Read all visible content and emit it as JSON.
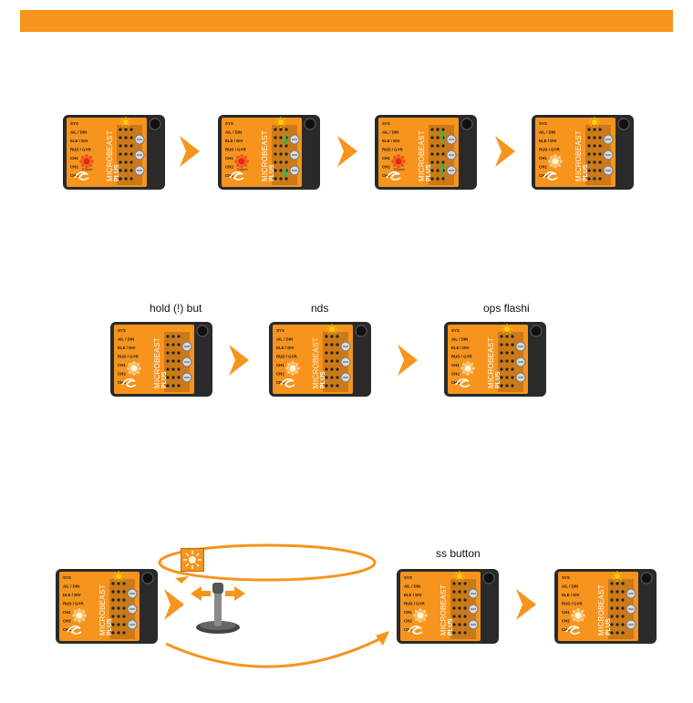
{
  "header": {
    "bar_color": "#f7941d"
  },
  "colors": {
    "device_body": "#f7941d",
    "device_frame": "#2a2a2a",
    "arrow": "#f7941d",
    "led_red": "#e3261c",
    "led_yellow": "#ffd200",
    "led_white": "#fff7d6",
    "led_green": "#39b54a"
  },
  "device": {
    "brand_top": "MICROBEAST",
    "brand_bottom": "PLUS",
    "labels": [
      "SYS",
      "AIL / DIN",
      "ELE / DIV",
      "RUD / GYR",
      "CH1",
      "CH2",
      "CH3"
    ],
    "status_text": "Expert"
  },
  "rows": [
    {
      "name": "row-1",
      "units": [
        {
          "led": "red",
          "status_led": "yellow",
          "green_arrows": "none",
          "show_status": true
        },
        {
          "led": "red",
          "status_led": "yellow",
          "green_arrows": "down",
          "show_status": true
        },
        {
          "led": "red",
          "status_led": "none",
          "green_arrows": "up",
          "show_status": true
        },
        {
          "led": "white",
          "status_led": "yellow",
          "green_arrows": "none",
          "show_status": false
        }
      ]
    },
    {
      "name": "row-2",
      "captions": [
        "hold (!) but",
        "nds",
        "ops flashi"
      ],
      "units": [
        {
          "led": "white",
          "status_led": "none",
          "green_arrows": "none",
          "show_status": false
        },
        {
          "led": "white",
          "status_led": "yellow",
          "green_arrows": "none",
          "show_status": false
        },
        {
          "led": "white",
          "status_led": "yellow",
          "green_arrows": "none",
          "show_status": false
        }
      ]
    },
    {
      "name": "row-3",
      "captions": [
        "ss button"
      ],
      "units": [
        {
          "led": "white",
          "status_led": "yellow",
          "green_arrows": "none",
          "show_status": false
        },
        {
          "led": "white",
          "status_led": "yellow",
          "green_arrows": "none",
          "show_status": false
        },
        {
          "led": "white",
          "status_led": "yellow",
          "green_arrows": "none",
          "show_status": false
        }
      ],
      "icons": [
        "led-flash-icon",
        "joystick-icon"
      ]
    }
  ]
}
